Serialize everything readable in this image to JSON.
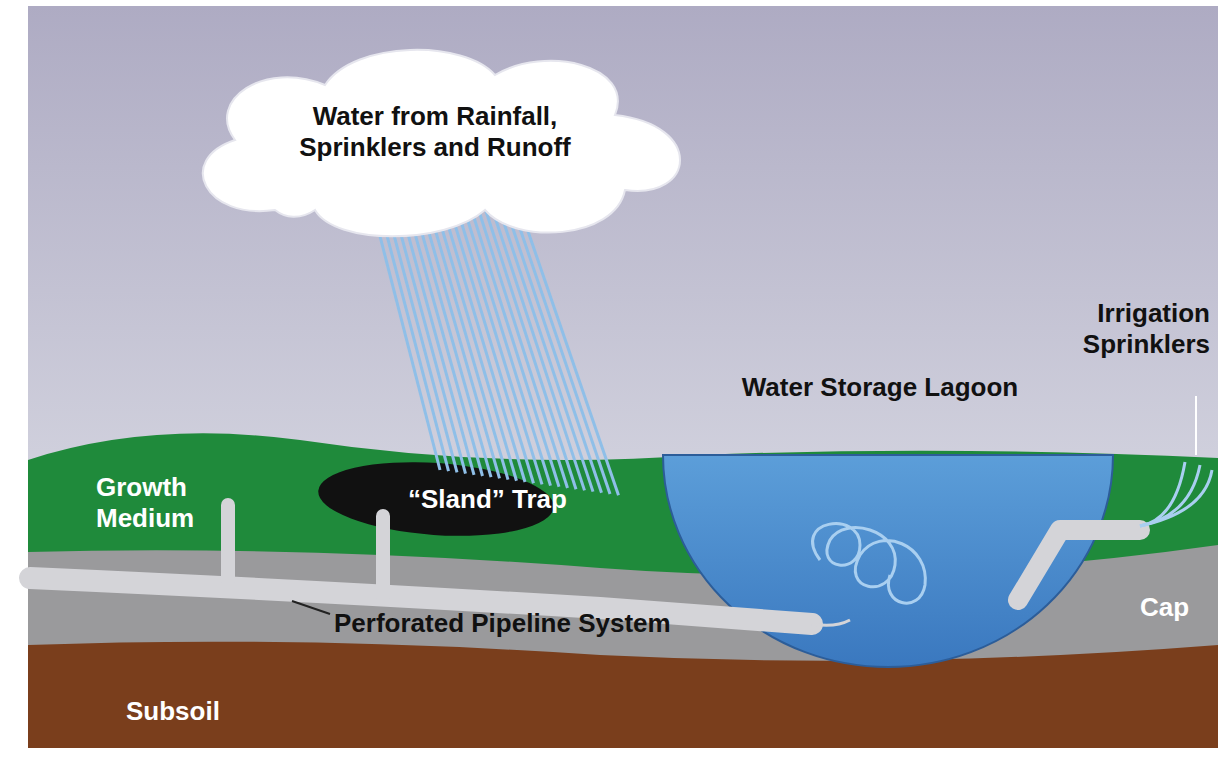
{
  "diagram": {
    "nodes": [
      {
        "text": [
          "Water from Rainfall, Sprinklers and Runoff"
        ]
      }
    ],
    "labels": [
      "Growth Medium",
      "“Sland” Trap",
      "Water Storage Lagoon",
      "Irrigation Sprinklers",
      "Perforated Pipeline System",
      "Cap",
      "Subsoil"
    ]
  }
}
